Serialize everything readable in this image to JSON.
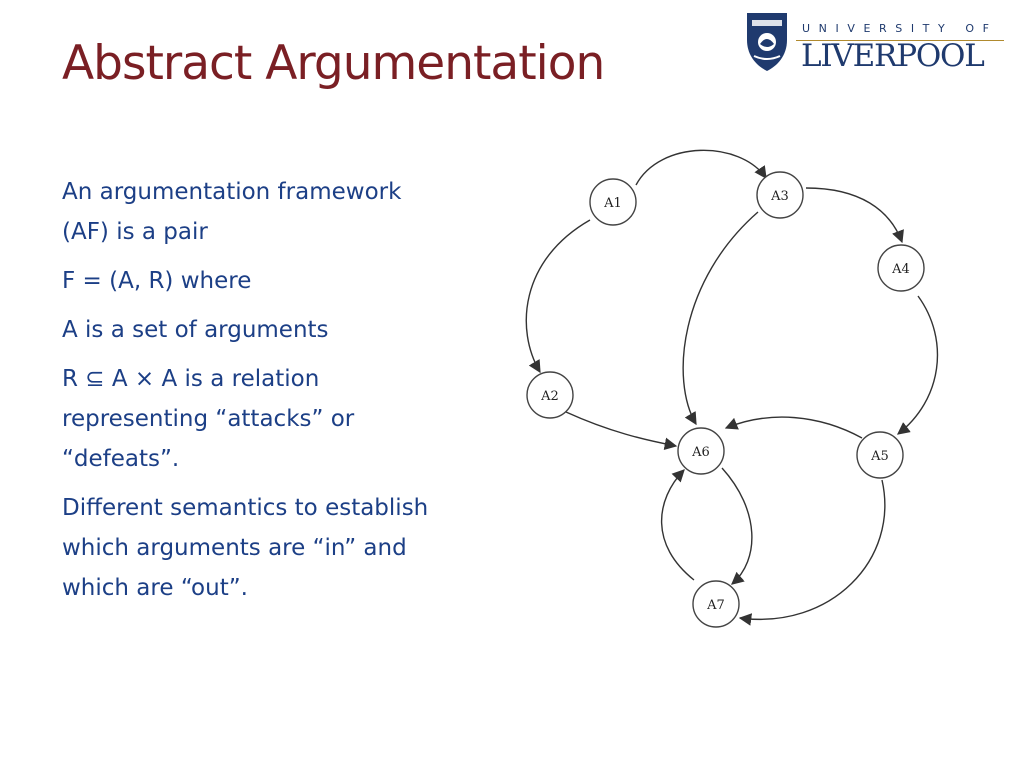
{
  "slide": {
    "title": "Abstract Argumentation"
  },
  "logo": {
    "line1": "UNIVERSITY OF",
    "line2": "LIVERPOOL"
  },
  "body": {
    "paragraphs": [
      "An argumentation framework (AF) is a pair",
      "F = (A, R) where",
      "A is a set of arguments",
      "R ⊆ A × A is a relation representing “attacks” or “defeats”.",
      "Different semantics to establish which arguments are “in” and which are “out”."
    ]
  },
  "diagram": {
    "nodes": [
      {
        "id": "A1",
        "label": "A1"
      },
      {
        "id": "A3",
        "label": "A3"
      },
      {
        "id": "A4",
        "label": "A4"
      },
      {
        "id": "A2",
        "label": "A2"
      },
      {
        "id": "A6",
        "label": "A6"
      },
      {
        "id": "A5",
        "label": "A5"
      },
      {
        "id": "A7",
        "label": "A7"
      }
    ],
    "edges": [
      {
        "from": "A1",
        "to": "A3"
      },
      {
        "from": "A3",
        "to": "A4"
      },
      {
        "from": "A1",
        "to": "A2"
      },
      {
        "from": "A2",
        "to": "A6"
      },
      {
        "from": "A3",
        "to": "A6"
      },
      {
        "from": "A4",
        "to": "A5"
      },
      {
        "from": "A5",
        "to": "A6"
      },
      {
        "from": "A5",
        "to": "A7"
      },
      {
        "from": "A6",
        "to": "A7"
      },
      {
        "from": "A7",
        "to": "A6"
      }
    ]
  },
  "colors": {
    "title": "#7a1f24",
    "text": "#1c3f86",
    "brand": "#1f3a6e"
  }
}
